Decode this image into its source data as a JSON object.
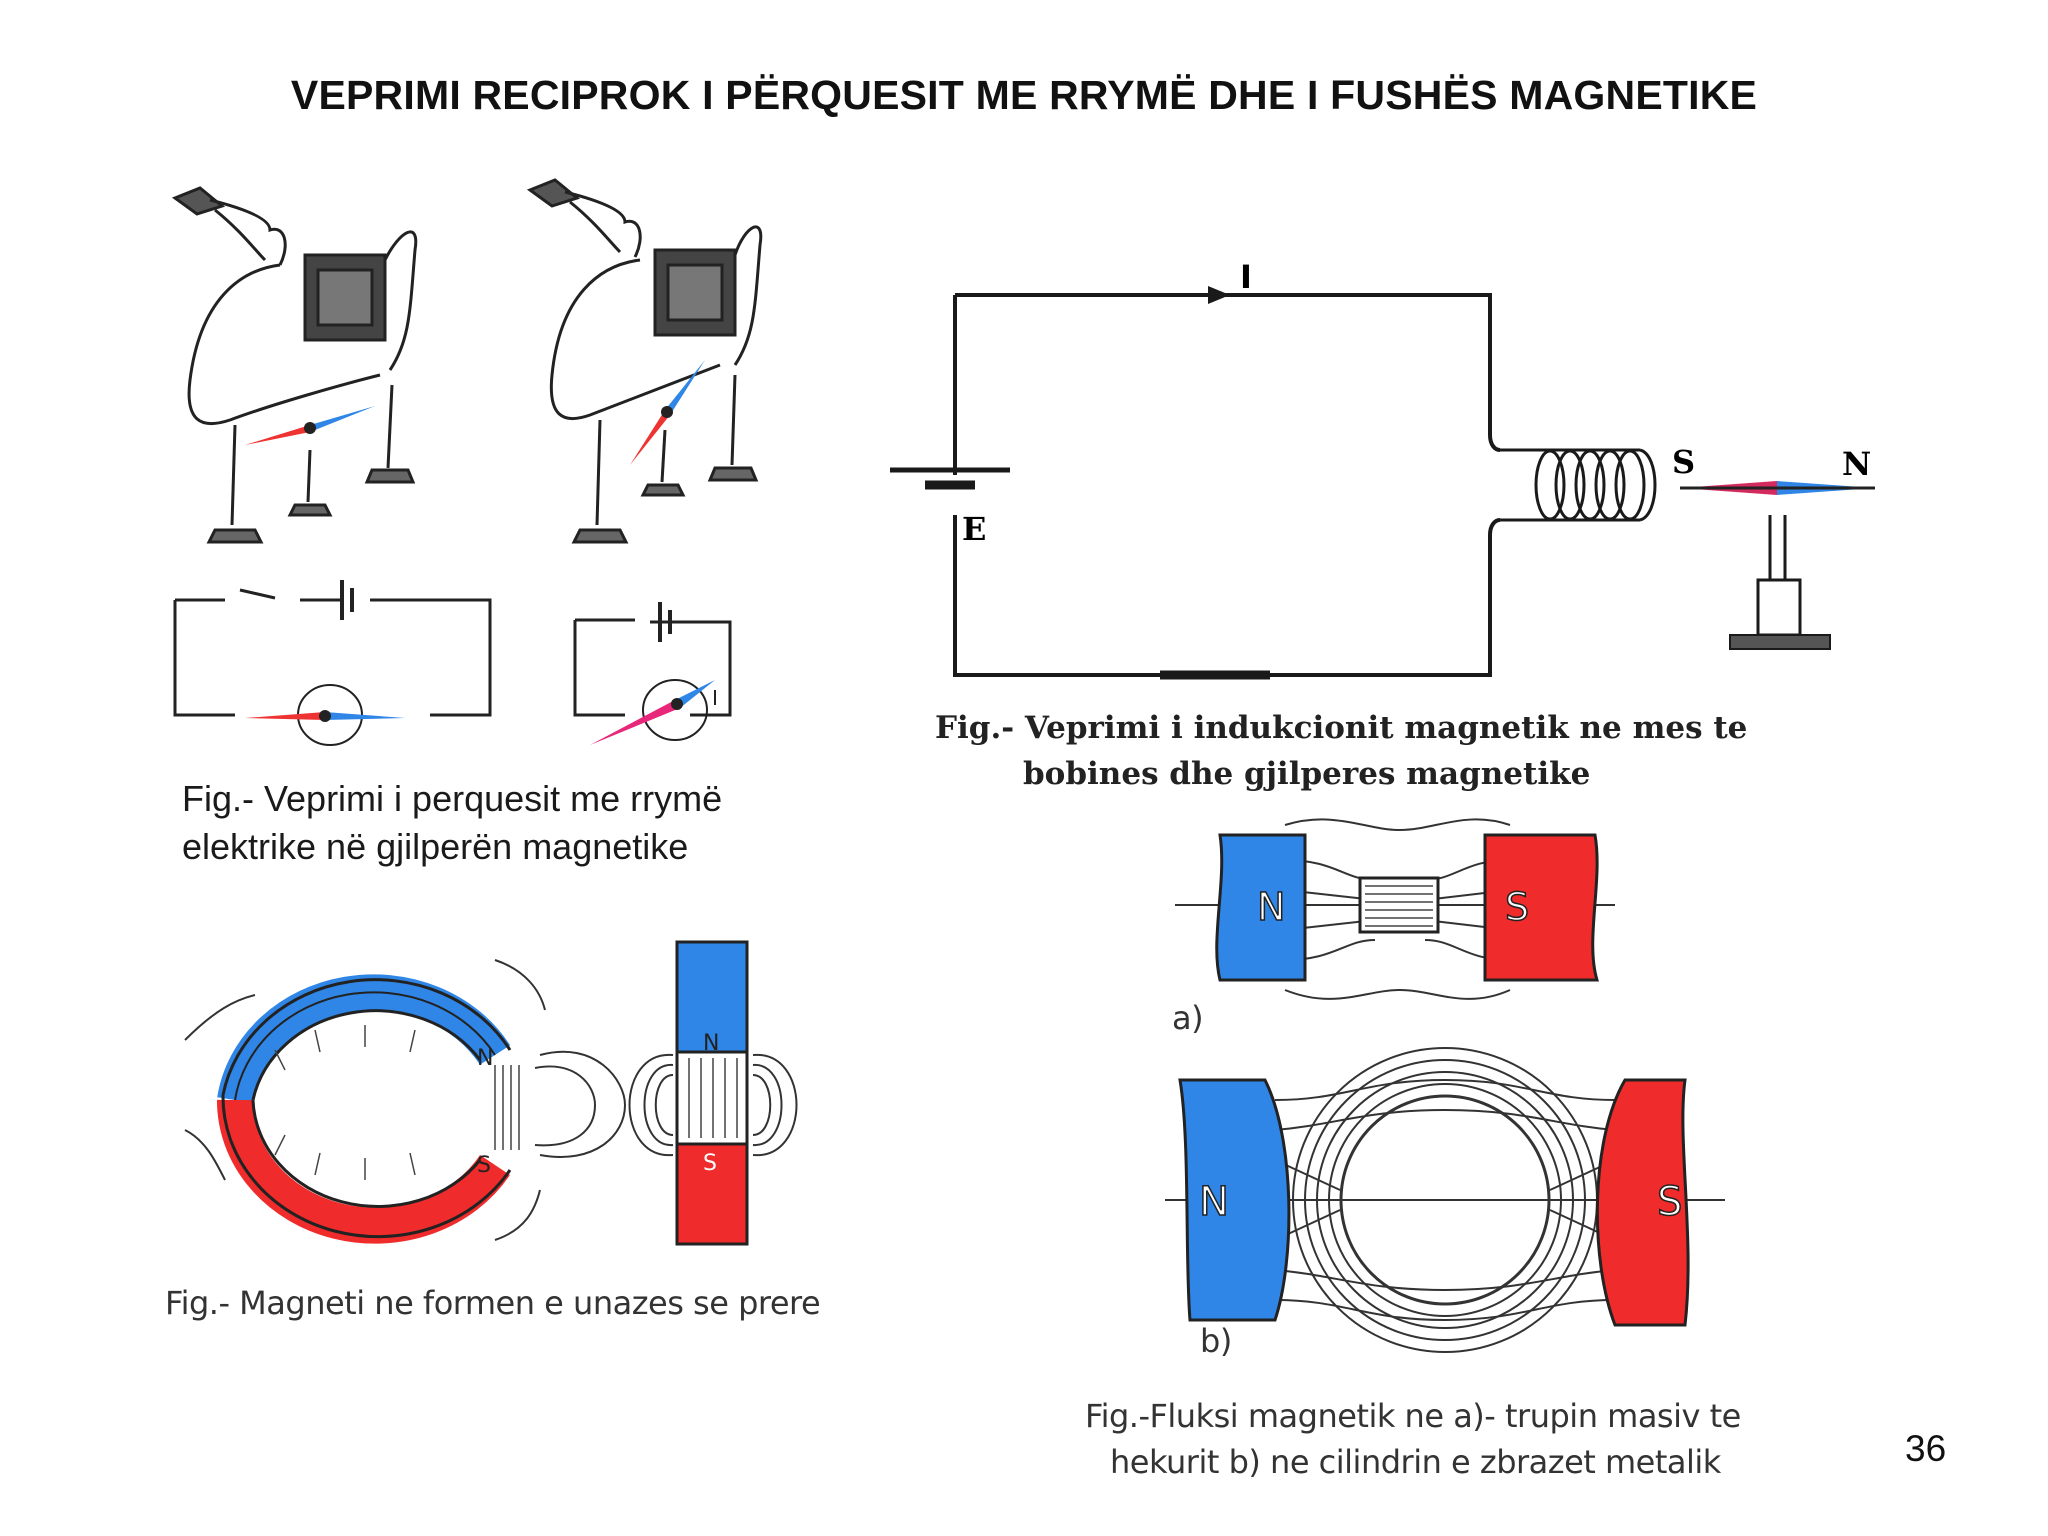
{
  "slide": {
    "title": "VEPRIMI RECIPROK I PËRQUESIT ME RRYMË DHE I FUSHËS MAGNETIKE",
    "page_number": "36"
  },
  "figures": {
    "conductor": {
      "caption_line1": "Fig.- Veprimi i perquesit me rrymë",
      "caption_line2": "elektrike në gjilperën magnetike"
    },
    "induction": {
      "caption_line1": "Fig.-  Veprimi i indukcionit magnetik ne mes te",
      "caption_line2": "bobines dhe gjilperes magnetike",
      "current_label": "I",
      "source_label": "E",
      "needle_left": "S",
      "needle_right": "N"
    },
    "ring_magnet": {
      "caption": "Fig.- Magneti ne formen e unazes se prere",
      "north": "N",
      "south": "S"
    },
    "flux": {
      "caption_line1": "Fig.-Fluksi magnetik ne  a)- trupin masiv te",
      "caption_line2": "hekurit    b) ne cilindrin e zbrazet metalik",
      "label_a": "a)",
      "label_b": "b)",
      "north": "N",
      "south": "S"
    }
  },
  "colors": {
    "north": "#2f86e6",
    "south": "#ef2b2b",
    "ink": "#1a1a1a"
  }
}
